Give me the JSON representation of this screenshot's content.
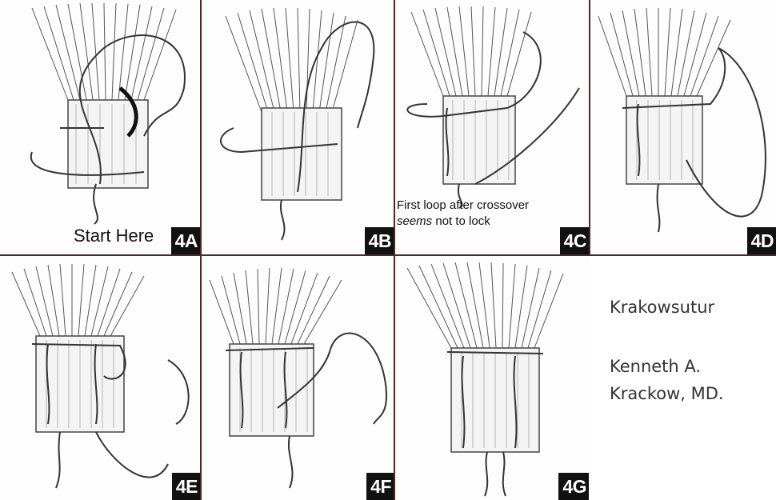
{
  "panels": [
    {
      "label": "4A",
      "caption": "Start Here"
    },
    {
      "label": "4B"
    },
    {
      "label": "4C",
      "caption_line1": "First loop after crossover",
      "caption_em": "seems",
      "caption_line2_rest": " not to lock"
    },
    {
      "label": "4D"
    },
    {
      "label": "4E"
    },
    {
      "label": "4F"
    },
    {
      "label": "4G"
    }
  ],
  "side_text": {
    "title": "Krakowsutur",
    "author_line1": "Kenneth A.",
    "author_line2": "Krackow, MD."
  }
}
